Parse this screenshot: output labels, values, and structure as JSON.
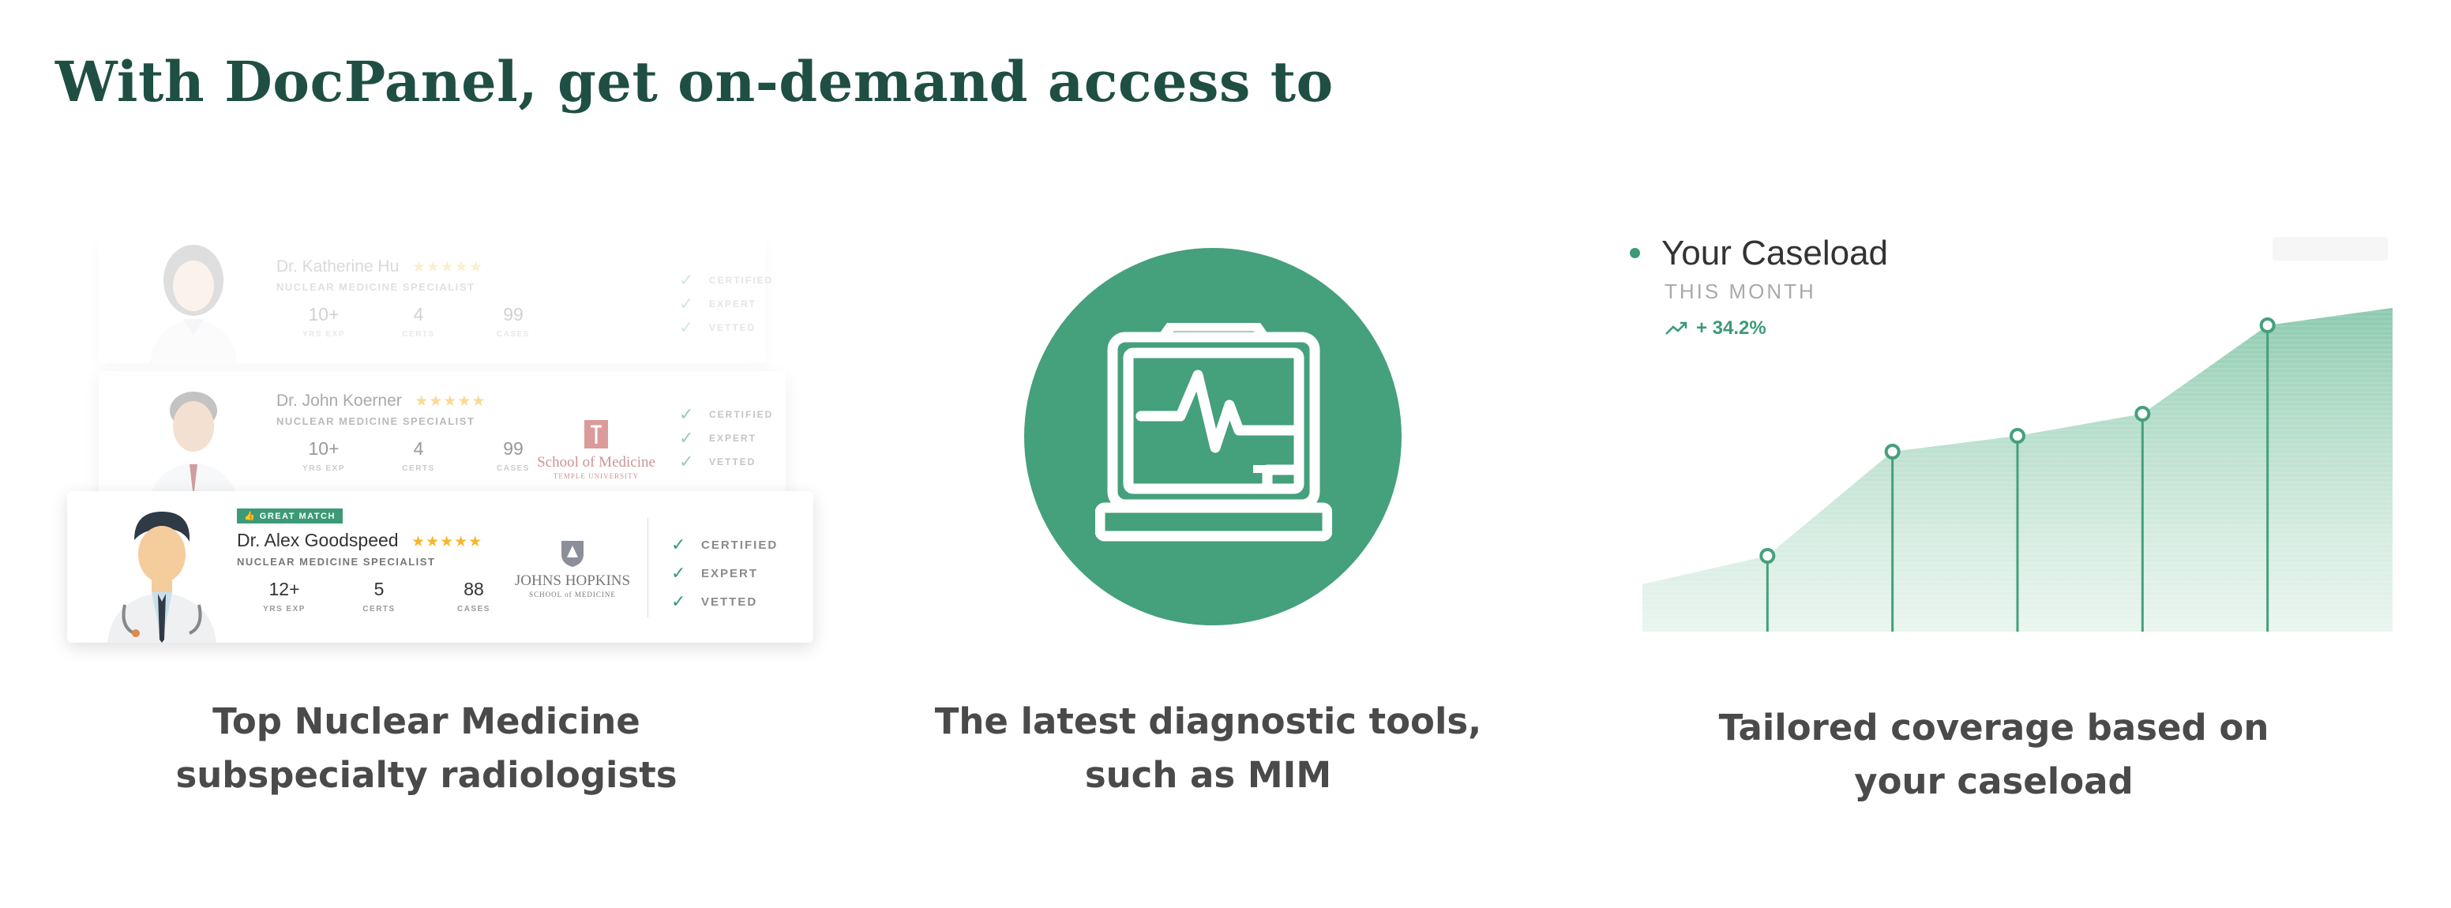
{
  "headline": "With DocPanel, get on-demand access to",
  "doctors": [
    {
      "name": "Dr. Katherine Hu",
      "stars": "★★★★★",
      "specialty": "NUCLEAR MEDICINE SPECIALIST",
      "stats": [
        {
          "value": "10+",
          "label": "YRS EXP"
        },
        {
          "value": "4",
          "label": "CERTS"
        },
        {
          "value": "99",
          "label": "CASES"
        }
      ],
      "checks": [
        "CERTIFIED",
        "EXPERT",
        "VETTED"
      ]
    },
    {
      "name": "Dr. John Koerner",
      "stars": "★★★★★",
      "specialty": "NUCLEAR MEDICINE SPECIALIST",
      "stats": [
        {
          "value": "10+",
          "label": "YRS EXP"
        },
        {
          "value": "4",
          "label": "CERTS"
        },
        {
          "value": "99",
          "label": "CASES"
        }
      ],
      "school": "School of Medicine",
      "school_sub": "TEMPLE UNIVERSITY",
      "checks": [
        "CERTIFIED",
        "EXPERT",
        "VETTED"
      ]
    },
    {
      "badge": "GREAT MATCH",
      "name": "Dr. Alex Goodspeed",
      "stars": "★★★★★",
      "specialty": "NUCLEAR MEDICINE SPECIALIST",
      "stats": [
        {
          "value": "12+",
          "label": "YRS EXP"
        },
        {
          "value": "5",
          "label": "CERTS"
        },
        {
          "value": "88",
          "label": "CASES"
        }
      ],
      "school": "JOHNS HOPKINS",
      "school_sub": "SCHOOL of MEDICINE",
      "checks": [
        "CERTIFIED",
        "EXPERT",
        "VETTED"
      ]
    }
  ],
  "caseload": {
    "title": "Your Caseload",
    "subtitle": "THIS MONTH",
    "trend": "+ 34.2%",
    "accent": "#45a07c",
    "points": [
      0.3,
      0.48,
      1.14,
      1.24,
      1.38,
      1.94,
      2.05
    ]
  },
  "captions": {
    "col1_line1": "Top Nuclear Medicine",
    "col1_line2": "subspecialty radiologists",
    "col2_line1": "The latest diagnostic tools,",
    "col2_line2": "such as MIM",
    "col3_line1": "Tailored coverage based on",
    "col3_line2": "your caseload"
  },
  "icons": {
    "monitor": "diagnostic-monitor-icon",
    "check": "check-icon",
    "trend": "trending-up-icon"
  }
}
